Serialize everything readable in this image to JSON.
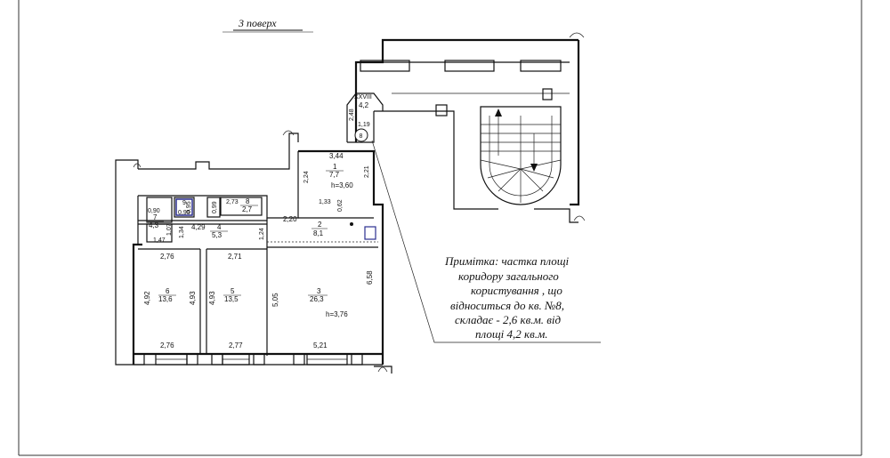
{
  "floor_title": "3 поверх",
  "note_lines": [
    "Примітка: частка площі",
    "коридору загального",
    "користування , що",
    "відноситься до кв. №8,",
    "складає  - 2,6 кв.м. від",
    "площі 4,2 кв.м."
  ],
  "rooms": {
    "r1": {
      "num": "1",
      "area": "7,7",
      "height": "h=3,60"
    },
    "r2": {
      "num": "2",
      "area": "8,1"
    },
    "r3": {
      "num": "3",
      "area": "26,3",
      "height": "h=3,76"
    },
    "r4": {
      "num": "4",
      "area": "5,3"
    },
    "r5": {
      "num": "5",
      "area": "13,5"
    },
    "r6": {
      "num": "6",
      "area": "13,6"
    },
    "r7": {
      "num": "7",
      "area": "4,3"
    },
    "r8": {
      "num": "8",
      "area": "2,7"
    },
    "r9": {
      "num": "9",
      "area": "0,95"
    },
    "corridor": {
      "num": "XXVIII",
      "area": "4,2"
    },
    "circle": "8"
  },
  "dims": {
    "d344": "3,44",
    "d224": "2,24",
    "d221": "2,21",
    "d248": "2,48",
    "d119": "1,19",
    "d133": "1,33",
    "d062": "0,62",
    "d220": "2,20",
    "d273": "2,73",
    "d099": "0,99",
    "d429": "4,29",
    "d124": "1,24",
    "d134": "1,34",
    "d090": "0,90",
    "d107": "1,07",
    "d147": "1,47",
    "d095": "0,95",
    "d276a": "2,76",
    "d271": "2,71",
    "d658": "6,58",
    "d492": "4,92",
    "d493a": "4,93",
    "d493b": "4,93",
    "d505": "5,05",
    "d276b": "2,76",
    "d277": "2,77",
    "d521": "5,21"
  }
}
